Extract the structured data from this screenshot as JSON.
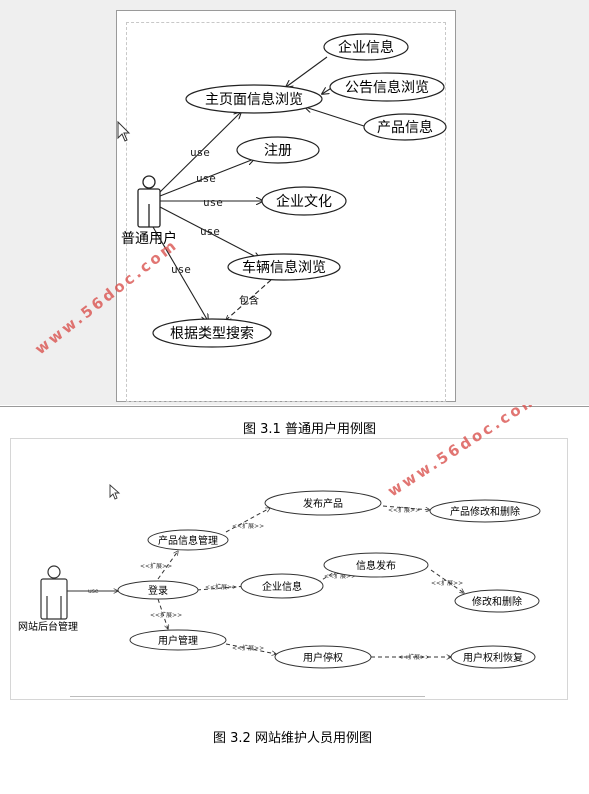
{
  "figure1": {
    "caption": "图 3.1 普通用户用例图",
    "actor": "普通用户",
    "use_cases": {
      "homepage": "主页面信息浏览",
      "enterprise_info": "企业信息",
      "notice": "公告信息浏览",
      "product_info": "产品信息",
      "register": "注册",
      "culture": "企业文化",
      "vehicle": "车辆信息浏览",
      "search": "根据类型搜索"
    },
    "use_label": "use",
    "include_label": "包含"
  },
  "figure2": {
    "caption": "图 3.2 网站维护人员用例图",
    "actor": "网站后台管理",
    "use_cases": {
      "login": "登录",
      "product_mgmt": "产品信息管理",
      "publish": "发布产品",
      "product_edit": "产品修改和删除",
      "enterprise": "企业信息",
      "info_publish": "信息发布",
      "edit_delete": "修改和删除",
      "user_mgmt": "用户管理",
      "suspend": "用户停权",
      "restore": "用户权利恢复"
    },
    "use_label": "use",
    "extend_label": "<<扩展>>"
  },
  "watermark": "www.56doc.com"
}
